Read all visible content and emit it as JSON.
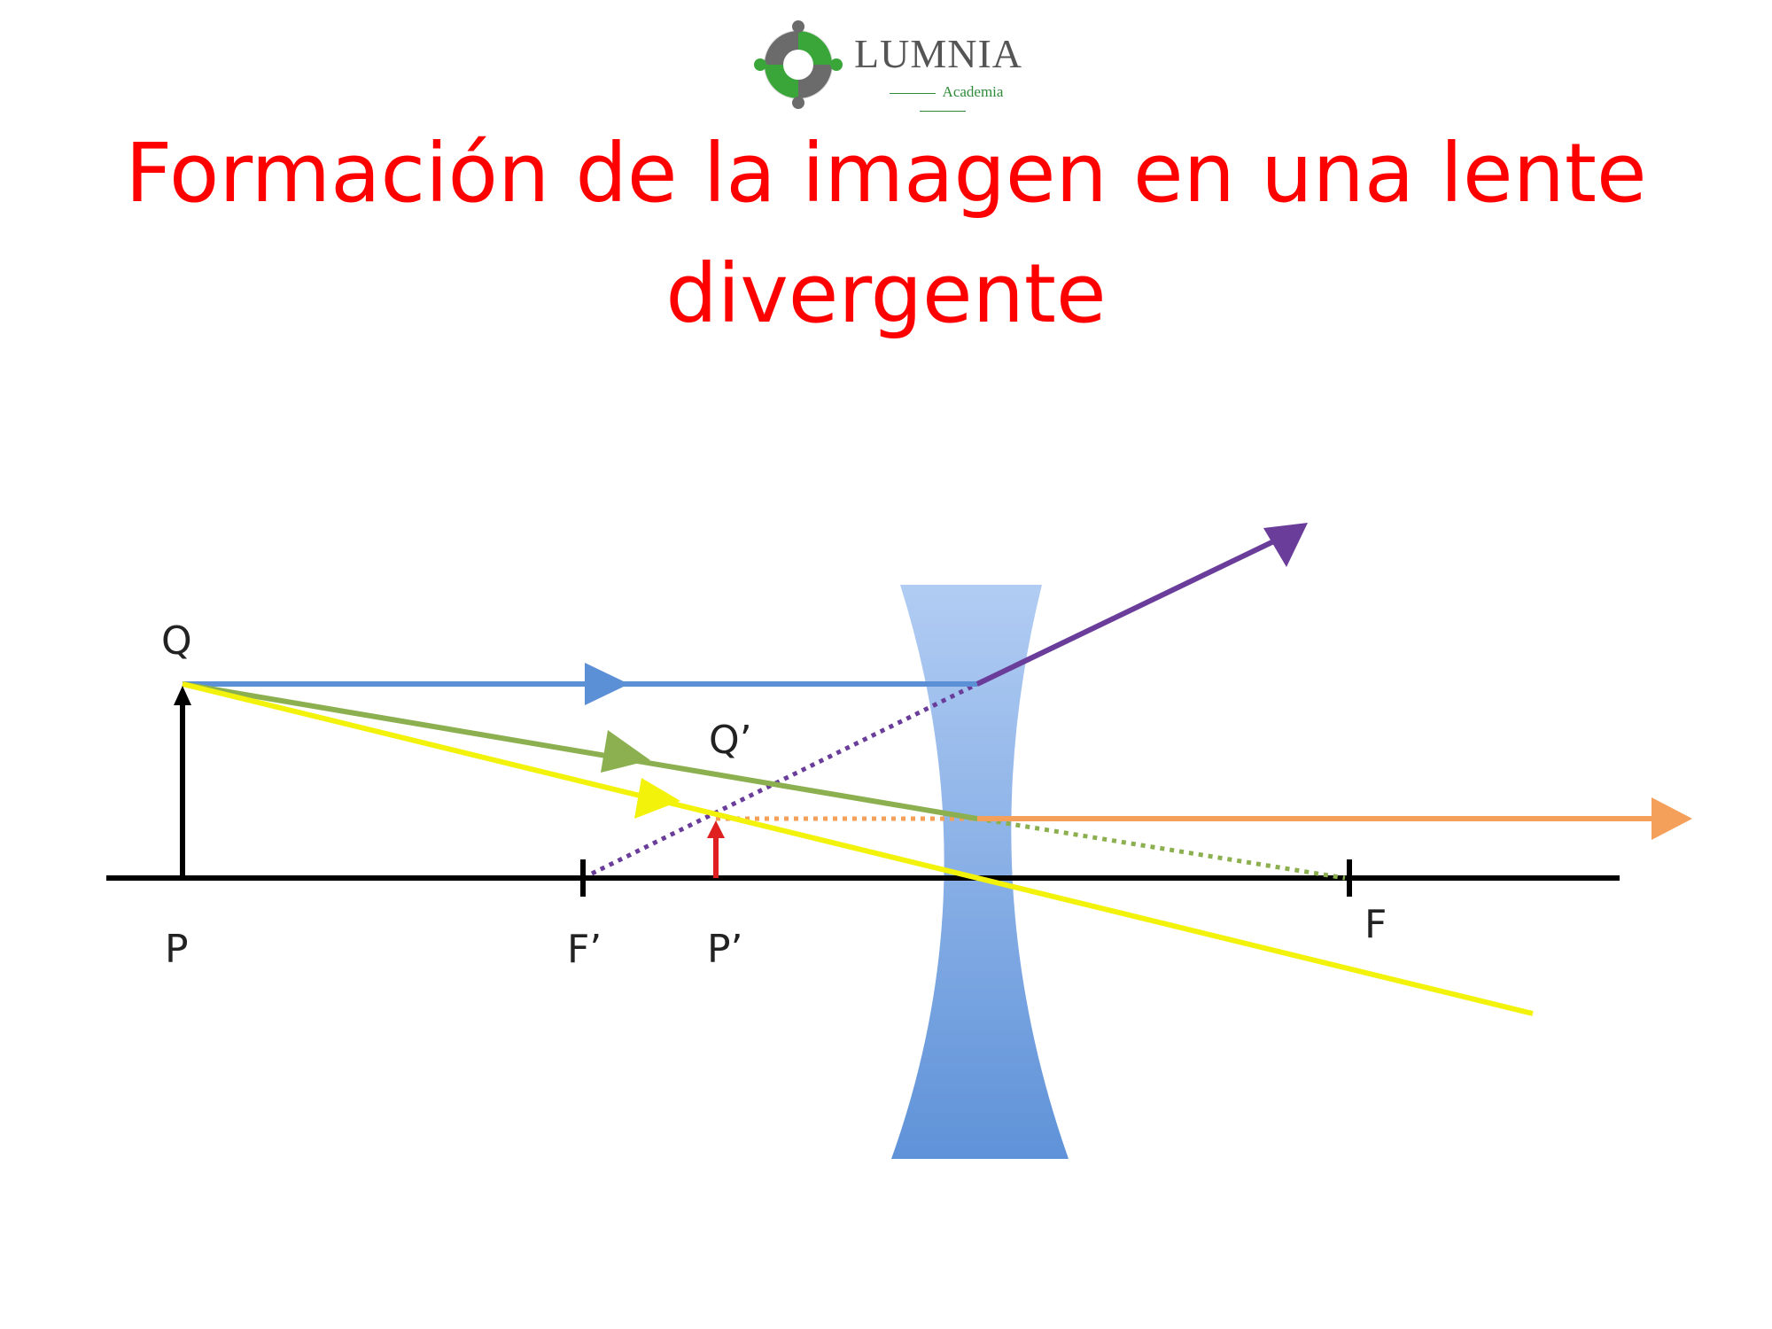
{
  "logo": {
    "name": "LUMNIA",
    "subtitle": "Academia",
    "icon": "circular-people-icon",
    "colors": {
      "green": "#3aa63a",
      "gray": "#6b6b6b"
    }
  },
  "title": {
    "line1": "Formación de la imagen en una lente",
    "line2": "divergente",
    "color": "#ff0000"
  },
  "diagram": {
    "labels": {
      "Q": "Q",
      "Q_prime": "Q’",
      "P": "P",
      "F_prime": "F’",
      "P_prime": "P’",
      "F": "F"
    },
    "colors": {
      "lens": "#6a9be0",
      "ray_blue": "#5b8fd6",
      "ray_green": "#8cb050",
      "ray_yellow": "#f2f20a",
      "ray_orange": "#f4a05a",
      "ray_purple": "#6a3d9a",
      "image_arrow": "#e02020",
      "object_arrow": "#000000"
    }
  }
}
